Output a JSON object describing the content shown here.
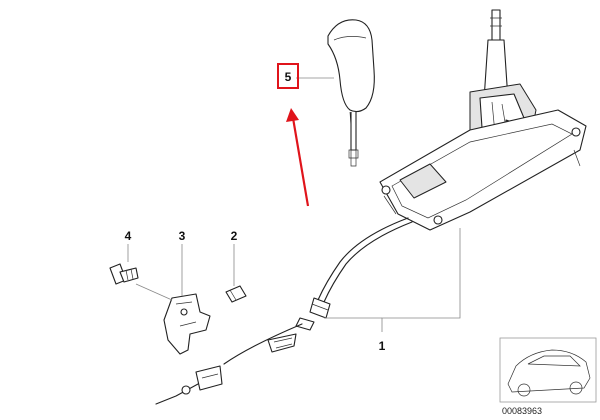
{
  "diagram": {
    "callouts": [
      {
        "id": "1",
        "label": "1"
      },
      {
        "id": "2",
        "label": "2"
      },
      {
        "id": "3",
        "label": "3"
      },
      {
        "id": "4",
        "label": "4"
      },
      {
        "id": "5",
        "label": "5",
        "highlighted": true
      }
    ],
    "highlight_color": "#e0141b",
    "arrow_color": "#e0141b",
    "reference_code": "00083963"
  }
}
